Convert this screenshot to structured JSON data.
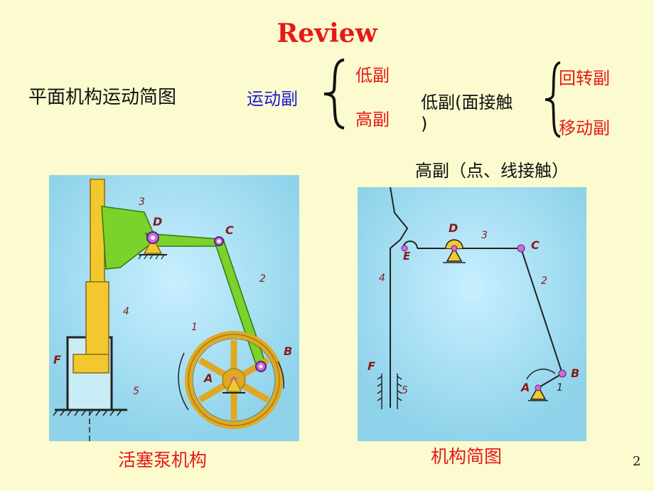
{
  "slide": {
    "title": "Review",
    "main_label": "平面机构运动简图",
    "kinematic_pair": "运动副",
    "lower_pair": "低副",
    "higher_pair": "高副",
    "lower_pair_def": "低副(面接触",
    "lower_pair_def_close": ")",
    "revolute_pair": "回转副",
    "prismatic_pair": "移动副",
    "higher_pair_def": "高副（点、线接触）",
    "left_caption": "活塞泵机构",
    "right_caption": "机构简图",
    "page_number": "2"
  },
  "left_figure": {
    "labels": {
      "link3": "3",
      "D": "D",
      "C": "C",
      "link2": "2",
      "link4": "4",
      "link1": "1",
      "F": "F",
      "B": "B",
      "A": "A",
      "link5": "5"
    }
  },
  "right_figure": {
    "labels": {
      "D": "D",
      "link3": "3",
      "C": "C",
      "E": "E",
      "link4": "4",
      "link2": "2",
      "F": "F",
      "link5": "5",
      "A": "A",
      "link1": "1",
      "B": "B"
    }
  },
  "colors": {
    "background": "#fbfbcf",
    "title": "#e81818",
    "accent_blue": "#1a1ad6",
    "panel_blue": "#8fd3ea",
    "mechanism_green": "#7ad22b",
    "mechanism_yellow": "#f2c82e",
    "joint_purple": "#d866d8"
  }
}
